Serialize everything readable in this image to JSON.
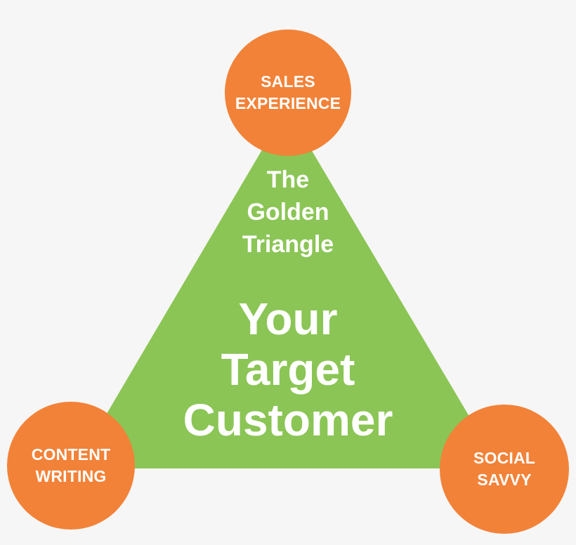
{
  "colors": {
    "background": "#f6f6f6",
    "triangle": "#8bc555",
    "circle": "#f28238",
    "text": "#ffffff"
  },
  "triangle": {
    "title_lines": [
      "The",
      "Golden",
      "Triangle"
    ],
    "center_lines": [
      "Your",
      "Target",
      "Customer"
    ]
  },
  "nodes": {
    "top": {
      "lines": [
        "SALES",
        "EXPERIENCE"
      ]
    },
    "left": {
      "lines": [
        "CONTENT",
        "WRITING"
      ]
    },
    "right": {
      "lines": [
        "SOCIAL",
        "SAVVY"
      ]
    }
  }
}
